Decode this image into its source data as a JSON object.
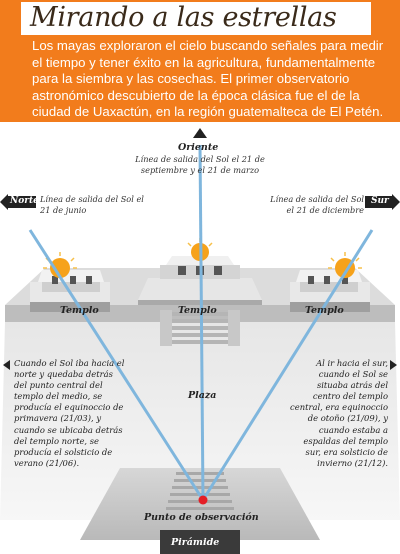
{
  "header": {
    "title": "Mirando a las estrellas",
    "intro": "Los mayas exploraron el cielo buscando señales para medir el tiempo y tener éxito en la agricultura, fundamentalmente para la siembra y las cosechas. El primer observatorio astronómico descubierto de la época clásica fue el de la ciudad de Uaxactún, en la región guatemalteca de El Petén."
  },
  "directions": {
    "east": "Oriente",
    "north": "Norte",
    "south": "Sur"
  },
  "sunrise_labels": {
    "center": "Línea de salida del Sol el 21 de septiembre y el 21 de marzo",
    "left": "Línea de salida del Sol el 21 de junio",
    "right": "Línea de salida del Sol el 21 de diciembre"
  },
  "temples": {
    "left": "Templo",
    "center": "Templo",
    "right": "Templo"
  },
  "plaza": "Plaza",
  "observation_point": "Punto de observación",
  "pyramid": "Pirámide",
  "notes": {
    "left": "Cuando el Sol iba hacia el norte y quedaba detrás del punto central del templo del medio, se producía el equinoccio de primavera (21/03), y cuando se ubicaba detrás del templo norte, se producía el solsticio de verano (21/06).",
    "right": "Al ir hacia el sur, cuando el Sol se situaba atrás del centro del templo central, era equinoccio de otoño (21/09), y cuando estaba a espaldas del templo sur, era solsticio de invierno (21/12)."
  },
  "colors": {
    "header_bg": "#f27c1c",
    "sight_line": "#7fb6dd",
    "arrow": "#222222",
    "observation_dot": "#e41e26"
  }
}
